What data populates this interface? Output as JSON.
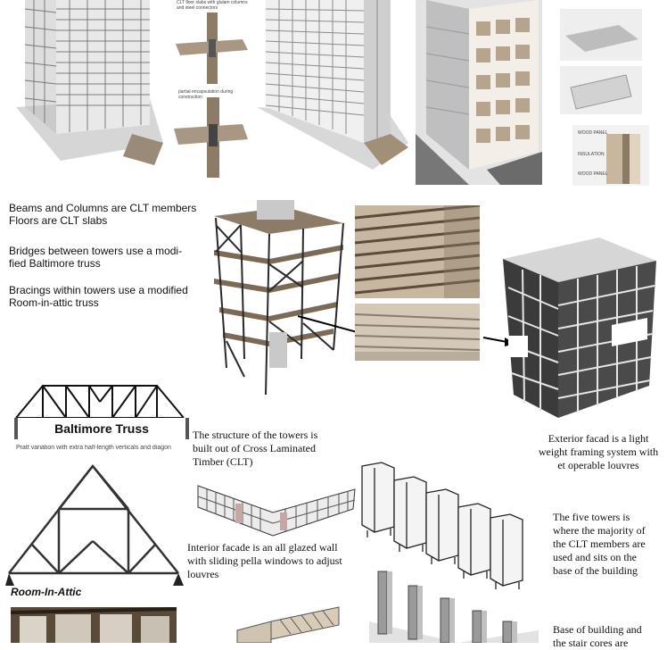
{
  "top_row": {
    "labels": {
      "clt_floor_slabs": "CLT floor slabs with glulam columns and steel connectors",
      "partial_encapsulation": "partial encapsulation during construction",
      "wood_panel": "WOOD PANEL",
      "insulation": "INSULATION",
      "wood_panel_2": "WOOD PANEL"
    }
  },
  "structure_notes": {
    "line1": "Beams and Columns are CLT members",
    "line2": "Floors are CLT slabs",
    "line3": "Bridges between towers use a modi-",
    "line4": "fied Baltimore truss",
    "line5": "Bracings within towers use a modified",
    "line6": "Room-in-attic truss"
  },
  "baltimore_truss": {
    "title": "Baltimore Truss",
    "subtitle": "Pratt variation with extra half-length verticals and diagon"
  },
  "room_in_attic": {
    "title": "Room-In-Attic"
  },
  "clt_text": {
    "line1": "The structure of the towers is",
    "line2": "built out of Cross Laminated",
    "line3": "Timber (CLT)"
  },
  "exterior_text": {
    "line1": "Exterior facad is a light",
    "line2": "weight framing system with",
    "line3": "et operable louvres"
  },
  "interior_text": {
    "line1": "Interior facade is an all glazed wall",
    "line2": "with sliding pella windows to adjust",
    "line3": "louvres"
  },
  "towers_text": {
    "line1": "The five towers is",
    "line2": "where the majority of",
    "line3": "the CLT members are",
    "line4": "used and sits on the",
    "line5": "base of the building"
  },
  "base_text": {
    "line1": "Base of building and",
    "line2": "the stair cores are"
  },
  "colors": {
    "concrete": "#c9c9c9",
    "timber": "#8c7b66",
    "steel": "#2a2a2a",
    "louvre_dark": "#3b3b3b"
  }
}
